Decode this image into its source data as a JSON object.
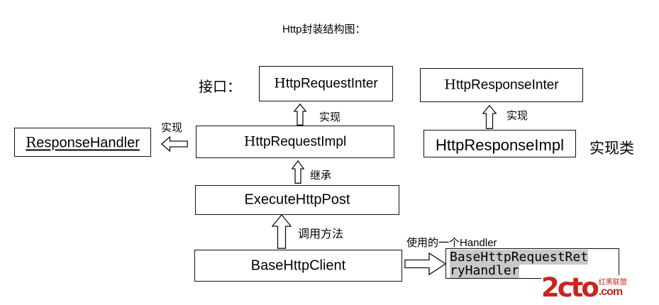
{
  "title": "Http封装结构图：",
  "annotations": {
    "interface_label": "接口：",
    "implement_left": "实现",
    "implement_mid": "实现",
    "implement_right": "实现",
    "inherit": "继承",
    "call_method": "调用方法",
    "handler_note": "使用的一个Handler",
    "impl_class_label": "实现类"
  },
  "nodes": {
    "response_handler": "ResponseHandler",
    "http_request_inter": "HttpRequestInter",
    "http_response_inter": "HttpResponseInter",
    "http_request_impl": "HttpRequestImpl",
    "http_response_impl": "HttpResponseImpl",
    "execute_http_post": "ExecuteHttpPost",
    "base_http_client": "BaseHttpClient",
    "retry_handler_line1": "BaseHttpRequestRet",
    "retry_handler_line2": "ryHandler"
  },
  "watermark": {
    "logo_text": "2cto",
    "domain_text": ".com",
    "community_text": "红黑联盟",
    "color": "#c9251d"
  },
  "colors": {
    "line": "#111111",
    "text": "#000000",
    "selection_highlight": "#c9c9c9",
    "background": "#ffffff"
  }
}
